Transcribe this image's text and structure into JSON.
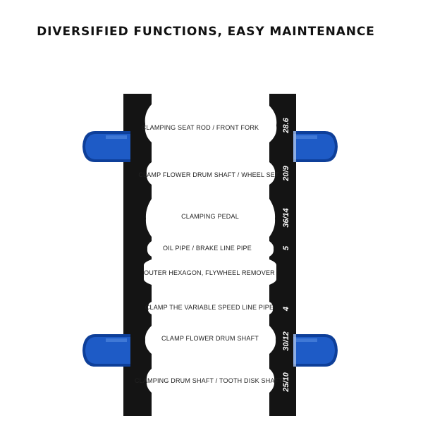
{
  "headline": "DIVERSIFIED FUNCTIONS, EASY MAINTENANCE",
  "colors": {
    "jaw": "#141414",
    "pad": "#1e5bc6",
    "pad_dark": "#0e3f99",
    "text": "#222222"
  },
  "functions": [
    {
      "label": "CLAMPING SEAT ROD / FRONT FORK",
      "size": "28.6"
    },
    {
      "label": "CLAMP FLOWER DRUM SHAFT / WHEEL SET",
      "size": "20/9"
    },
    {
      "label": "CLAMPING PEDAL",
      "size": "36/14"
    },
    {
      "label": "OIL PIPE / BRAKE LINE PIPE",
      "size": "5"
    },
    {
      "label": "OUTER HEXAGON, FLYWHEEL REMOVER",
      "size": ""
    },
    {
      "label": "CLAMP THE VARIABLE SPEED LINE PIPE",
      "size": "4"
    },
    {
      "label": "CLAMP FLOWER DRUM SHAFT",
      "size": "30/12"
    },
    {
      "label": "CLAMPING DRUM SHAFT / TOOTH DISK SHAFT",
      "size": "25/10"
    }
  ],
  "pad_icon": "rubber-pad-icon"
}
